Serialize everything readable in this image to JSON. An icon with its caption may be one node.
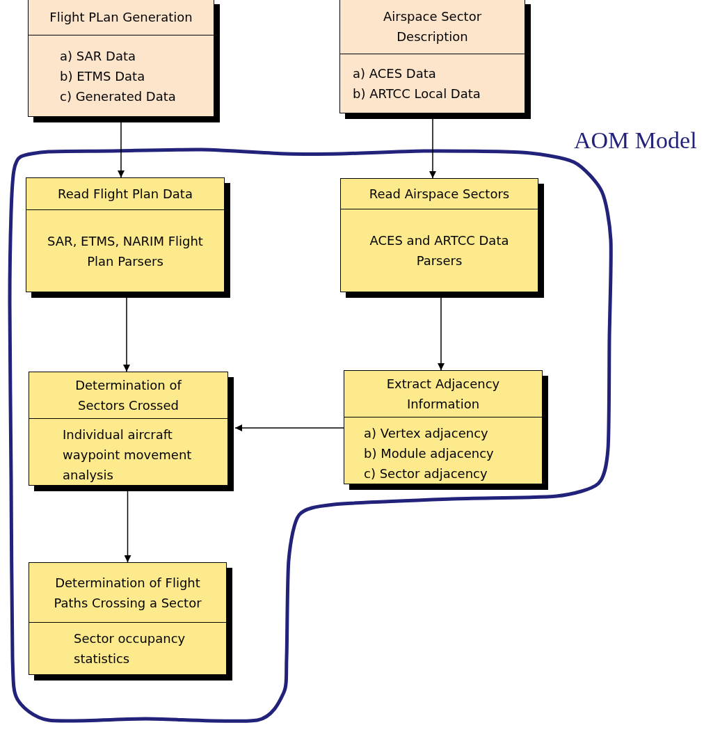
{
  "diagram": {
    "nodes": [
      {
        "text": [
          "Flight PLan Generation",
          "a) SAR Data",
          "b) ETMS Data",
          "c) Generated Data"
        ]
      },
      {
        "text": [
          "Airspace Sector Description",
          "a) ACES Data",
          "b) ARTCC Local Data"
        ]
      },
      {
        "text": [
          "AOM Model"
        ]
      },
      {
        "text": [
          "Read Flight Plan Data",
          "SAR, ETMS, NARIM Flight Plan Parsers"
        ],
        "in": 2
      },
      {
        "text": [
          "Read Airspace Sectors",
          "ACES and ARTCC Data Parsers"
        ],
        "in": 2
      },
      {
        "text": [
          "Determination of Sectors Crossed",
          "Individual aircraft waypoint movement analysis"
        ],
        "in": 2
      },
      {
        "text": [
          "Extract Adjacency Information",
          "a) Vertex adjacency",
          "b) Module adjacency",
          "c) Sector adjacency"
        ],
        "in": 2
      },
      {
        "text": [
          "Determination of Flight Paths Crossing a Sector",
          "Sector occupancy statistics"
        ],
        "in": 2
      }
    ],
    "edges": [
      {
        "from": 0,
        "to": 3,
        "arrow": "to"
      },
      {
        "from": 1,
        "to": 4,
        "arrow": "to"
      },
      {
        "from": 3,
        "to": 5,
        "arrow": "to"
      },
      {
        "from": 4,
        "to": 6,
        "arrow": "to"
      },
      {
        "from": 6,
        "to": 5,
        "arrow": "to"
      },
      {
        "from": 5,
        "to": 7,
        "arrow": "to"
      }
    ]
  }
}
